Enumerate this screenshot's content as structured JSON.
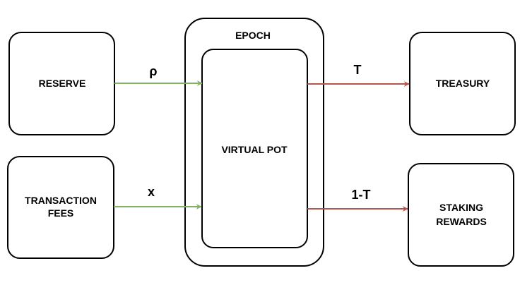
{
  "colors": {
    "stroke": "#000000",
    "box_fill": "#ffffff",
    "inflow_arrow": "#82b366",
    "outflow_arrow": "#b85450"
  },
  "nodes": {
    "reserve": "RESERVE",
    "transaction_fees_line1": "TRANSACTION",
    "transaction_fees_line2": "FEES",
    "epoch": "EPOCH",
    "virtual_pot": "VIRTUAL POT",
    "treasury": "TREASURY",
    "staking_rewards_line1": "STAKING",
    "staking_rewards_line2": "REWARDS"
  },
  "edges": {
    "reserve_to_pot": "ρ",
    "fees_to_pot": "x",
    "pot_to_treasury": "T",
    "pot_to_staking": "1-T"
  }
}
